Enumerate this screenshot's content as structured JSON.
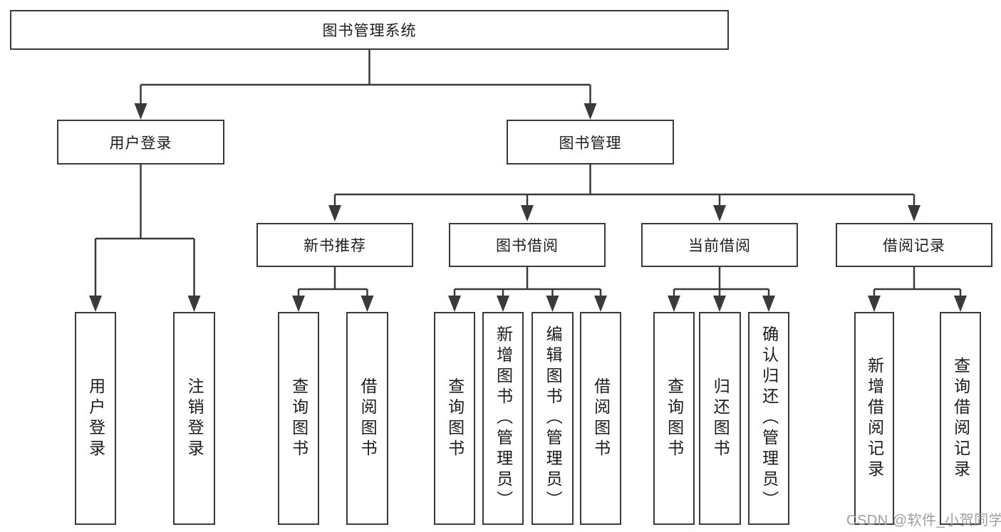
{
  "diagram": {
    "title": "图书管理系统",
    "tree": {
      "label": "图书管理系统",
      "children": [
        {
          "label": "用户登录",
          "children": [
            {
              "label": "用户登录"
            },
            {
              "label": "注销登录"
            }
          ]
        },
        {
          "label": "图书管理",
          "children": [
            {
              "label": "新书推荐",
              "children": [
                {
                  "label": "查询图书"
                },
                {
                  "label": "借阅图书"
                }
              ]
            },
            {
              "label": "图书借阅",
              "children": [
                {
                  "label": "查询图书"
                },
                {
                  "label": "新增图书（管理员）"
                },
                {
                  "label": "编辑图书（管理员）"
                },
                {
                  "label": "借阅图书"
                }
              ]
            },
            {
              "label": "当前借阅",
              "children": [
                {
                  "label": "查询图书"
                },
                {
                  "label": "归还图书"
                },
                {
                  "label": "确认归还（管理员）"
                }
              ]
            },
            {
              "label": "借阅记录",
              "children": [
                {
                  "label": "新增借阅记录"
                },
                {
                  "label": "查询借阅记录"
                }
              ]
            }
          ]
        }
      ]
    }
  },
  "watermark": {
    "text": "CSDN @软件_小贺同学"
  },
  "colors": {
    "line": "#3a3a3a",
    "text": "#1c1c1c",
    "watermark_color": "#9e9e9e",
    "background": "#ffffff"
  }
}
